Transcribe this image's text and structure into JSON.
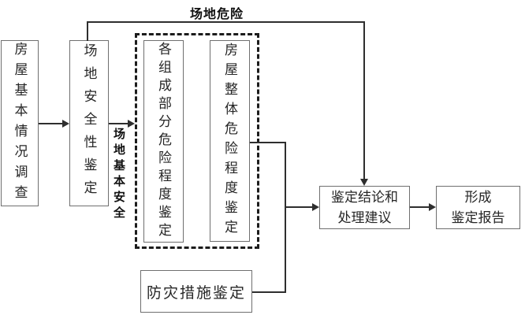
{
  "diagram": {
    "labels": {
      "site_danger": "场地危险",
      "site_basic_safety": "场地基本安全"
    },
    "nodes": {
      "house_survey": "房屋基本情况调查",
      "site_safety_appraisal": "场地安全性鉴定",
      "component_danger_appraisal": "各组成部分危险程度鉴定",
      "overall_danger_appraisal": "房屋整体危险程度鉴定",
      "disaster_prevention_appraisal": "防灾措施鉴定",
      "conclusion": {
        "line1": "鉴定结论和",
        "line2": "处理建议"
      },
      "report": {
        "line1": "形成",
        "line2": "鉴定报告"
      }
    },
    "colors": {
      "background": "#ffffff",
      "line": "#2e2e2e",
      "box_border": "#6f6f6f",
      "dashed_border": "#1c1c1c",
      "text": "#262626"
    }
  }
}
